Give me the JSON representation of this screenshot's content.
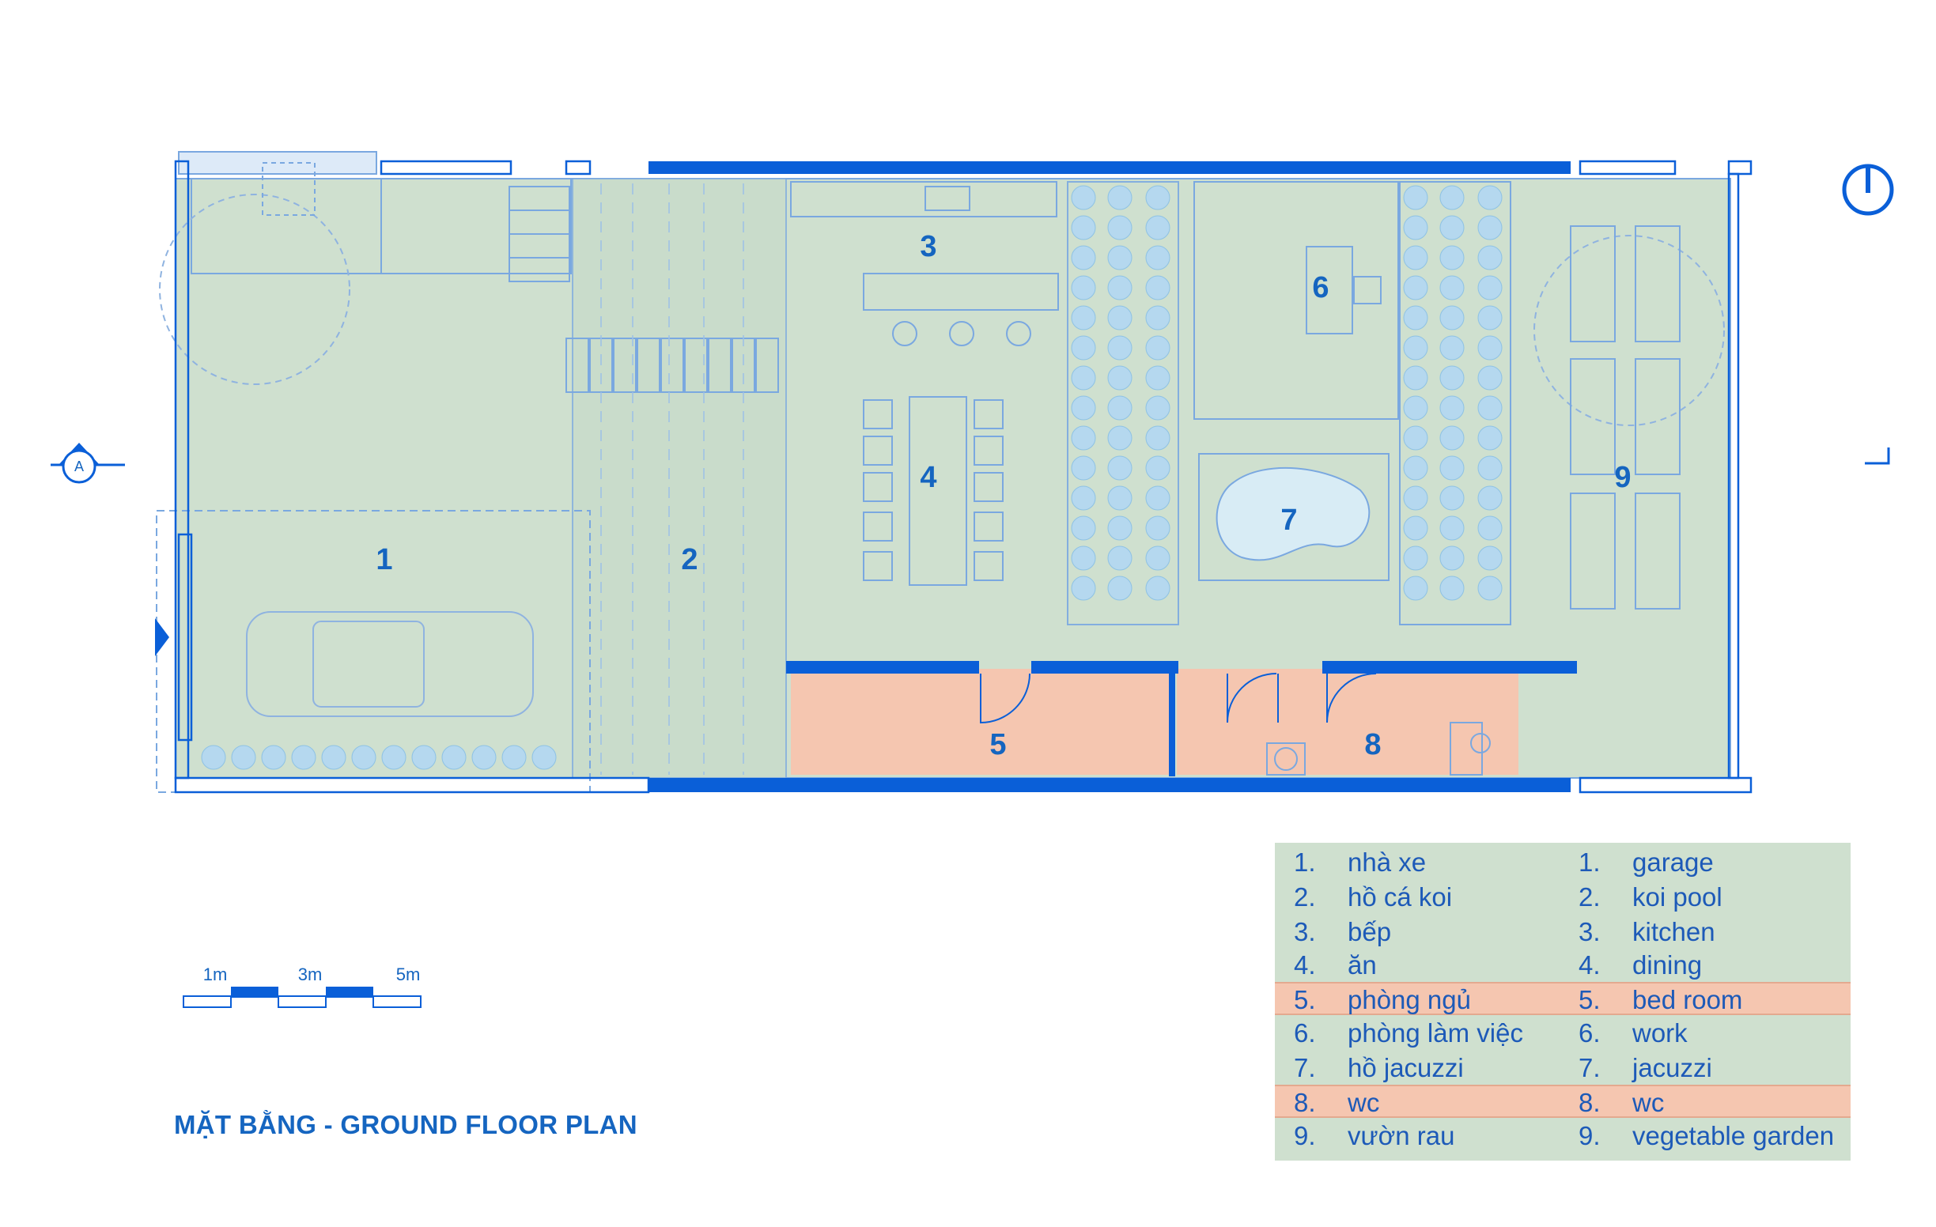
{
  "title": "MẶT BẰNG - GROUND FLOOR PLAN",
  "section_marker": "A",
  "scale_bar": {
    "labels": [
      "1m",
      "3m",
      "5m"
    ]
  },
  "rooms": [
    {
      "num": "1",
      "vi": "nhà xe",
      "en": "garage",
      "highlight": false
    },
    {
      "num": "2",
      "vi": "hồ cá koi",
      "en": "koi pool",
      "highlight": false
    },
    {
      "num": "3",
      "vi": "bếp",
      "en": "kitchen",
      "highlight": false
    },
    {
      "num": "4",
      "vi": "ăn",
      "en": "dining",
      "highlight": false
    },
    {
      "num": "5",
      "vi": "phòng ngủ",
      "en": "bed room",
      "highlight": true
    },
    {
      "num": "6",
      "vi": "phòng làm việc",
      "en": "work",
      "highlight": false
    },
    {
      "num": "7",
      "vi": "hồ jacuzzi",
      "en": "jacuzzi",
      "highlight": false
    },
    {
      "num": "8",
      "vi": "wc",
      "en": "wc",
      "highlight": true
    },
    {
      "num": "9",
      "vi": "vườn rau",
      "en": "vegetable garden",
      "highlight": false
    }
  ],
  "legend_index_suffix": ".",
  "colors": {
    "accent": "#1565c0",
    "floor": "#cfe0cf",
    "private": "#f5c6b0",
    "wall": "#0a5fd8"
  }
}
